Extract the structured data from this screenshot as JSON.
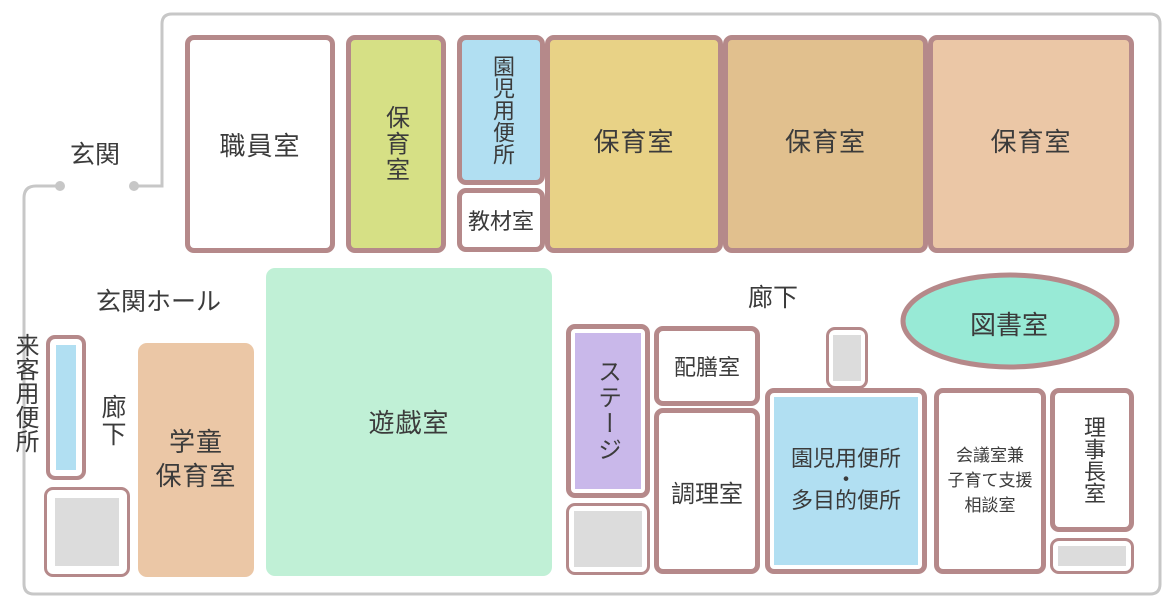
{
  "colors": {
    "outline": "#b5898a",
    "wall": "#c7c7c7",
    "white": "#ffffff",
    "green": "#d6e085",
    "blue": "#b1dff2",
    "yellow": "#e8d286",
    "tan": "#e1c08e",
    "peach": "#ebc7a6",
    "mint": "#c0f0d6",
    "purple": "#c9b8ea",
    "teal": "#98ead6",
    "gray": "#dcdcdc"
  },
  "labels": {
    "entrance": "玄関",
    "entrance_hall": "玄関ホール",
    "corridor": "廊下",
    "corridor_left": "廊下",
    "visitor_toilet": "来客用便所"
  },
  "rooms": {
    "staff": "職員室",
    "nursery_small": "保育室",
    "child_toilet_top": "園児用便所",
    "materials": "教材室",
    "nursery1": "保育室",
    "nursery2": "保育室",
    "nursery3": "保育室",
    "library": "図書室",
    "playroom": "遊戯室",
    "afterschool_line1": "学童",
    "afterschool_line2": "保育室",
    "stage": "ステージ",
    "serving": "配膳室",
    "kitchen": "調理室",
    "multi_toilet_line1": "園児用便所",
    "multi_toilet_dot": "・",
    "multi_toilet_line2": "多目的便所",
    "meeting_line1": "会議室兼",
    "meeting_line2": "子育て支援",
    "meeting_line3": "相談室",
    "director": "理事長室"
  }
}
